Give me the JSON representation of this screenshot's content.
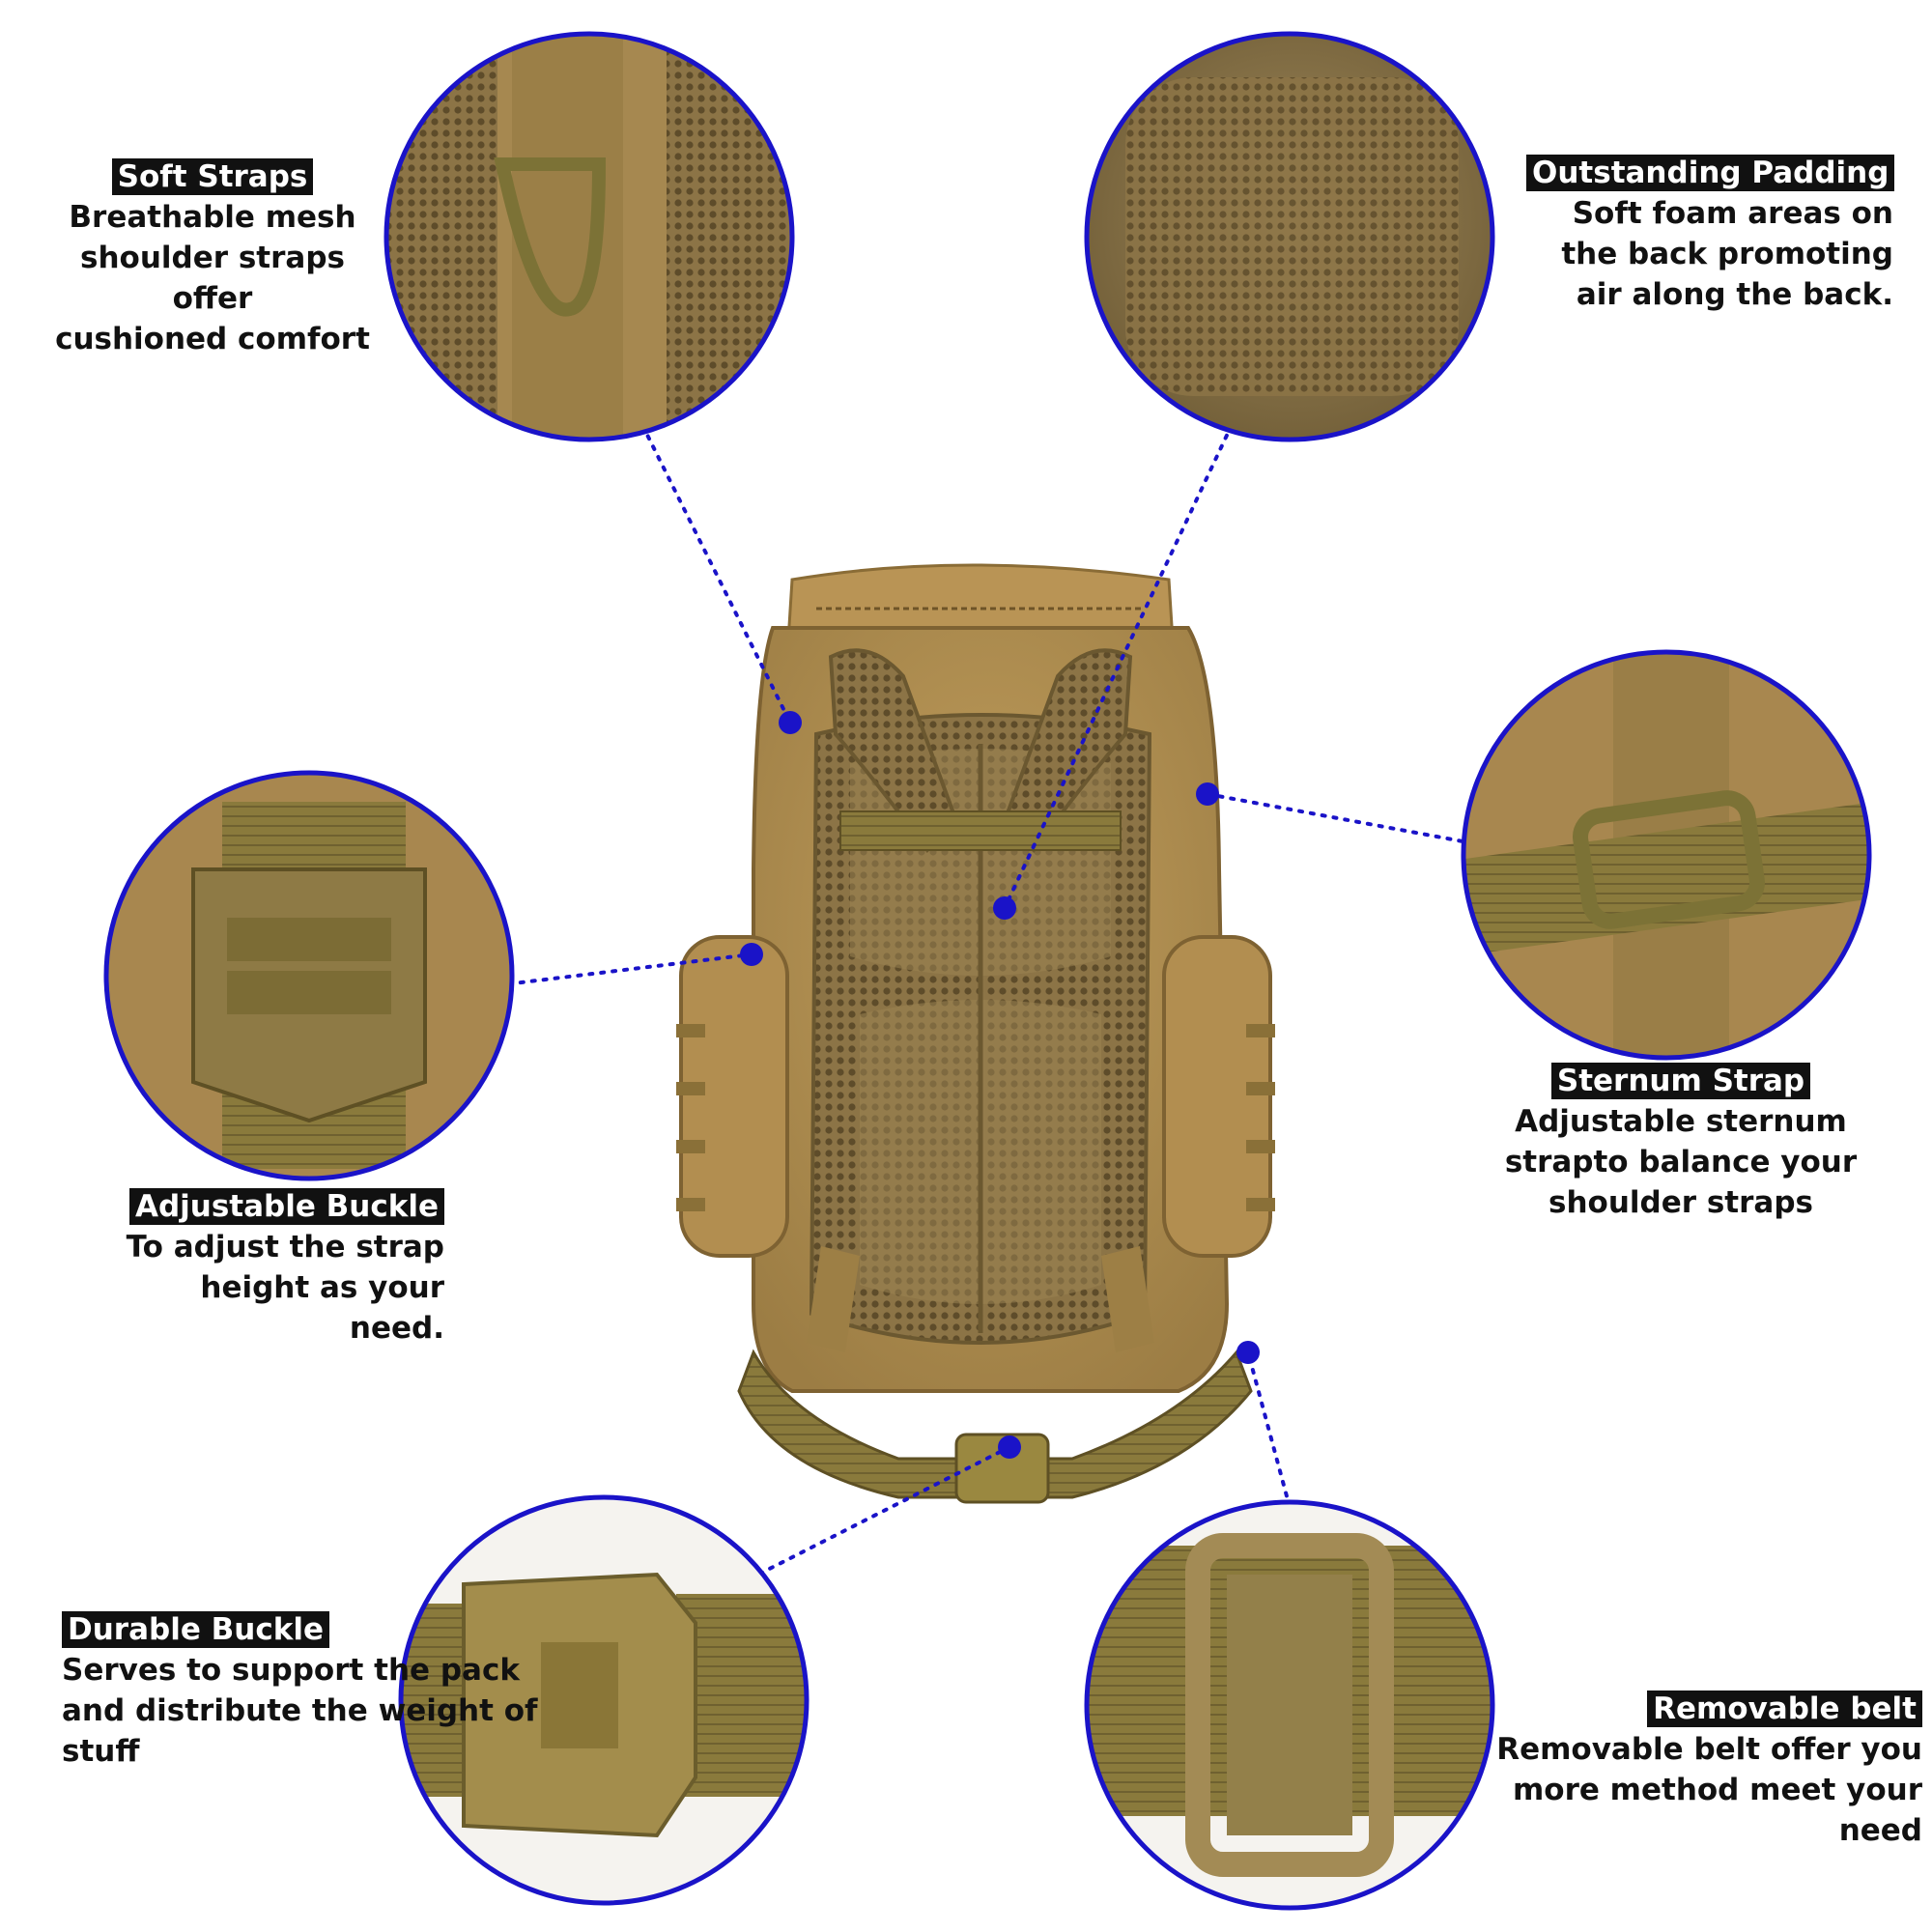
{
  "accent_color": "#1a13c8",
  "fabric_color": "#a8874f",
  "callouts": {
    "soft_straps": {
      "title": "Soft Straps",
      "desc": "Breathable mesh\nshoulder straps offer\ncushioned comfort"
    },
    "outstanding_padding": {
      "title": "Outstanding Padding",
      "desc": "Soft foam areas on\nthe back promoting\nair along the back."
    },
    "sternum_strap": {
      "title": "Sternum Strap",
      "desc": "Adjustable sternum\nstrapto balance your\nshoulder straps"
    },
    "adjustable_buckle": {
      "title": "Adjustable Buckle",
      "desc": "To adjust the strap\nheight as your need."
    },
    "durable_buckle": {
      "title": "Durable Buckle",
      "desc": "Serves to support the pack\nand distribute the weight of stuff"
    },
    "removable_belt": {
      "title": "Removable belt",
      "desc": "Removable belt offer you\nmore method meet your need"
    }
  }
}
